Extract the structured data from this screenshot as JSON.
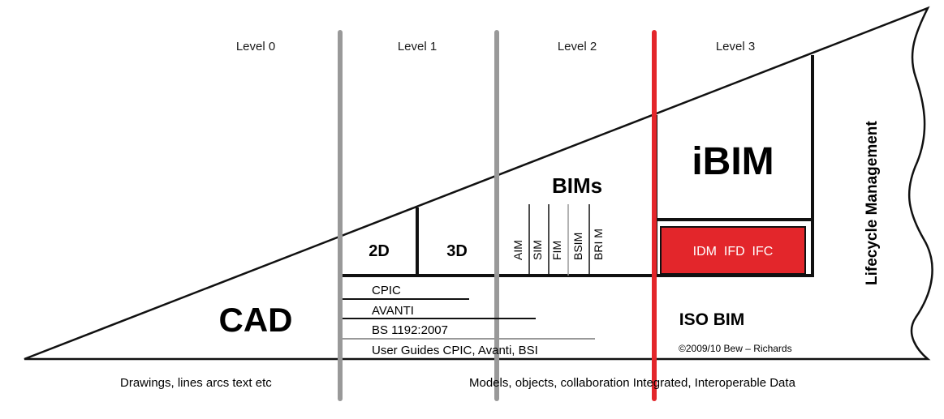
{
  "levels": [
    "Level 0",
    "Level 1",
    "Level 2",
    "Level 3"
  ],
  "cad": "CAD",
  "dims": {
    "two_d": "2D",
    "three_d": "3D"
  },
  "bims": {
    "title": "BIMs",
    "items": [
      "AIM",
      "SIM",
      "FIM",
      "BSIM",
      "BRI M"
    ]
  },
  "ibim": "iBIM",
  "idm_box": "IDM  IFD  IFC",
  "lifecycle": "Lifecycle Management",
  "iso_bim": "ISO BIM",
  "copyright": "©2009/10 Bew – Richards",
  "standards": [
    "CPIC",
    "AVANTI",
    "BS 1192:2007",
    "User Guides CPIC, Avanti, BSI"
  ],
  "footer": {
    "left": "Drawings, lines arcs text etc",
    "right": "Models, objects, collaboration Integrated, Interoperable Data"
  },
  "colors": {
    "red": "#e3262b",
    "gray": "#999999",
    "black": "#111111"
  }
}
